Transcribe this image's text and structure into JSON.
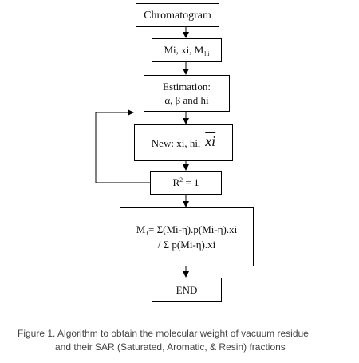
{
  "nodes": {
    "chromatogram": "Chromatogram",
    "inputs": {
      "main": "Mi, xi, M",
      "sub": "hi"
    },
    "estimation": {
      "line1": "Estimation:",
      "line2": "α, β and  hi"
    },
    "new_values": {
      "label": "New:  xi, hi,",
      "symbol": "xi"
    },
    "convergence": {
      "prefix": "R",
      "sup": "2",
      "suffix": " = 1"
    },
    "formula": {
      "prefix": "M",
      "sub": "f",
      "line1_rest": "= Σ(Mi-η).p(Mi-η).xi",
      "line2": "/  Σ p(Mi-η).xi"
    },
    "end": "END"
  },
  "caption": {
    "line1": "Figure 1. Algorithm to obtain the molecular weight of vacuum residue",
    "line2": "and their SAR (Saturated, Aromatic, & Resin) fractions"
  },
  "colors": {
    "stroke": "#000000",
    "caption_text": "#444444"
  }
}
